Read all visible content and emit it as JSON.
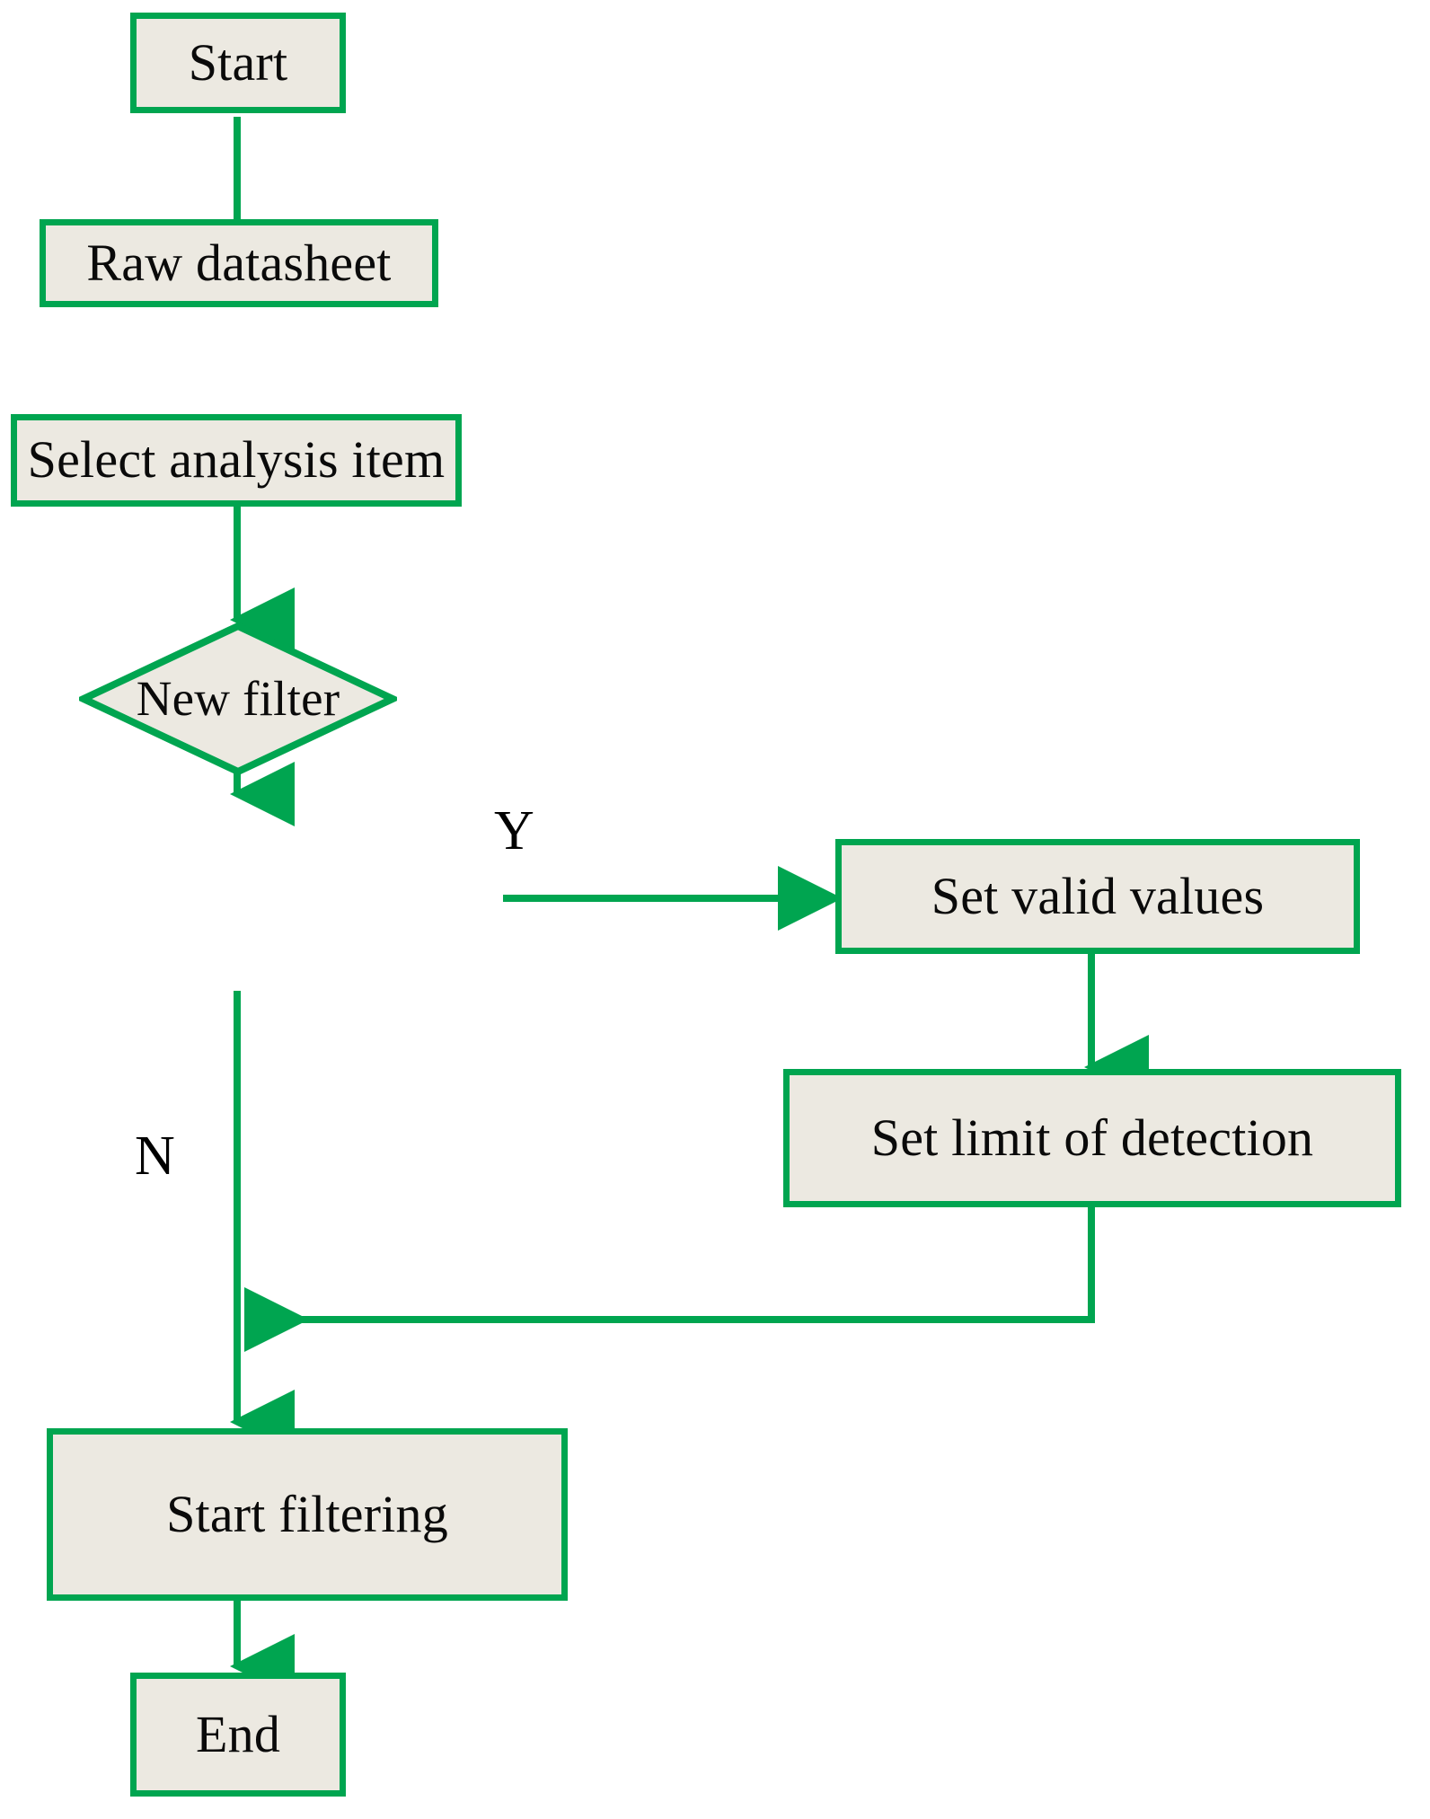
{
  "diagram": {
    "title": "Data filtering workflow flowchart",
    "colors": {
      "node_fill": "#ECE9E1",
      "node_border": "#00A550",
      "edge": "#00A550",
      "text": "#0A0A0A",
      "background": "#FFFFFF"
    },
    "nodes": [
      {
        "id": "start",
        "type": "process",
        "label": "Start"
      },
      {
        "id": "raw",
        "type": "process",
        "label": "Raw datasheet"
      },
      {
        "id": "select",
        "type": "process",
        "label": "Select analysis item"
      },
      {
        "id": "newfilter",
        "type": "decision",
        "label": "New filter"
      },
      {
        "id": "validvals",
        "type": "process",
        "label": "Set valid values"
      },
      {
        "id": "lod",
        "type": "process",
        "label": "Set limit of detection"
      },
      {
        "id": "filtering",
        "type": "process",
        "label": "Start filtering"
      },
      {
        "id": "end",
        "type": "process",
        "label": "End"
      }
    ],
    "edge_labels": {
      "yes": "Y",
      "no": "N"
    },
    "edges": [
      {
        "from": "start",
        "to": "raw",
        "label": ""
      },
      {
        "from": "raw",
        "to": "select",
        "label": ""
      },
      {
        "from": "select",
        "to": "newfilter",
        "label": ""
      },
      {
        "from": "newfilter",
        "to": "validvals",
        "label": "Y"
      },
      {
        "from": "newfilter",
        "to": "filtering",
        "label": "N"
      },
      {
        "from": "validvals",
        "to": "lod",
        "label": ""
      },
      {
        "from": "lod",
        "to": "filtering",
        "label": ""
      },
      {
        "from": "filtering",
        "to": "end",
        "label": ""
      }
    ]
  }
}
